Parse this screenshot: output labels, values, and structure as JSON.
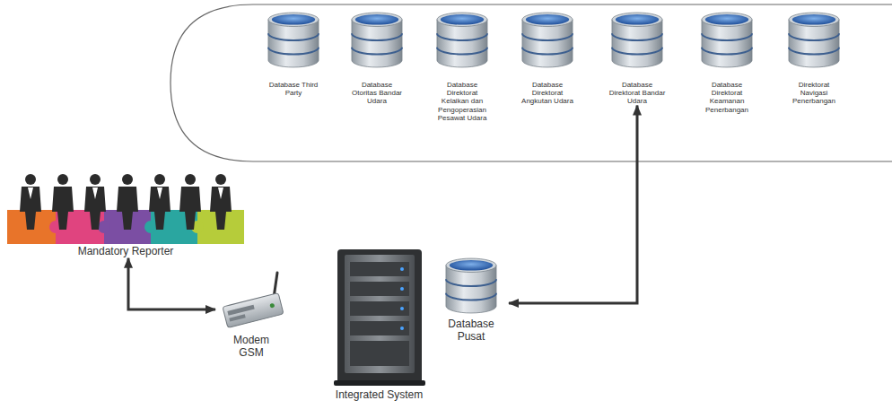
{
  "diagram": {
    "nodes": [
      {
        "text": [
          "Database Third Party"
        ]
      },
      {
        "text": [
          "Database Otoritas Bandar Udara"
        ]
      },
      {
        "text": [
          "Database Direktorat Kelaikan dan Pengoperasian Pesawat Udara"
        ]
      },
      {
        "text": [
          "Database Direktorat Angkutan Udara"
        ]
      },
      {
        "text": [
          "Database Direktorat Bandar Udara"
        ]
      },
      {
        "text": [
          "Database Direktorat Keamanan Penerbangan"
        ]
      },
      {
        "text": [
          "Direktorat Navigasi Penerbangan"
        ]
      },
      {
        "text": [
          "Mandatory Reporter"
        ]
      },
      {
        "text": [
          "Modem GSM"
        ]
      },
      {
        "text": [
          "Integrated System"
        ]
      },
      {
        "text": [
          "Database Pusat"
        ]
      }
    ],
    "edges": [
      {
        "from": 7,
        "to": 8,
        "arrow": "both"
      },
      {
        "from": 10,
        "to": 4,
        "arrow": "both"
      }
    ]
  }
}
